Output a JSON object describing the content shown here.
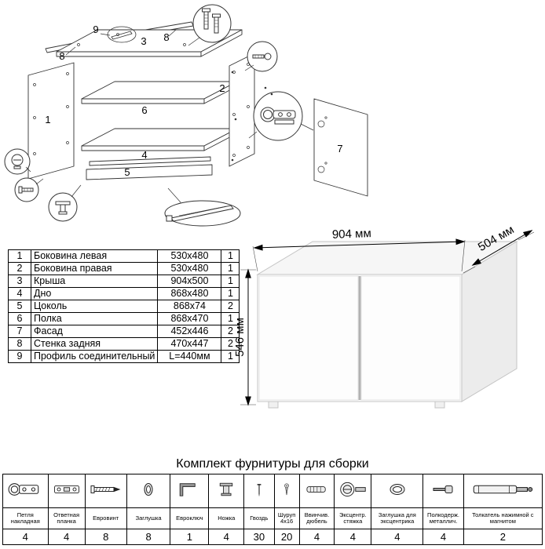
{
  "exploded": {
    "labels": {
      "l1": "1",
      "l2": "2",
      "l3": "3",
      "l4": "4",
      "l5": "5",
      "l6": "6",
      "l7": "7",
      "l8a": "8",
      "l8b": "8",
      "l9": "9"
    }
  },
  "dimensions": {
    "width": "904 мм",
    "depth": "504 мм",
    "height": "546 мм"
  },
  "parts_table": {
    "rows": [
      {
        "num": "1",
        "name": "Боковина левая",
        "size": "530x480",
        "qty": "1"
      },
      {
        "num": "2",
        "name": "Боковина правая",
        "size": "530x480",
        "qty": "1"
      },
      {
        "num": "3",
        "name": "Крыша",
        "size": "904x500",
        "qty": "1"
      },
      {
        "num": "4",
        "name": "Дно",
        "size": "868x480",
        "qty": "1"
      },
      {
        "num": "5",
        "name": "Цоколь",
        "size": "868x74",
        "qty": "2"
      },
      {
        "num": "6",
        "name": "Полка",
        "size": "868x470",
        "qty": "1"
      },
      {
        "num": "7",
        "name": "Фасад",
        "size": "452x446",
        "qty": "2"
      },
      {
        "num": "8",
        "name": "Стенка задняя",
        "size": "470x447",
        "qty": "2"
      },
      {
        "num": "9",
        "name": "Профиль соединительный",
        "size": "L=440мм",
        "qty": "1"
      }
    ]
  },
  "hardware": {
    "title": "Комплект фурнитуры для сборки",
    "items": [
      {
        "label": "Петля накладная",
        "qty": "4",
        "icon": "hinge-icon"
      },
      {
        "label": "Ответная планка",
        "qty": "4",
        "icon": "strike-plate-icon"
      },
      {
        "label": "Евровинт",
        "qty": "8",
        "icon": "confirmat-screw-icon"
      },
      {
        "label": "Заглушка",
        "qty": "8",
        "icon": "cap-icon"
      },
      {
        "label": "Евроключ",
        "qty": "1",
        "icon": "hex-key-icon"
      },
      {
        "label": "Ножка",
        "qty": "4",
        "icon": "foot-icon"
      },
      {
        "label": "Гвоздь",
        "qty": "30",
        "icon": "nail-icon"
      },
      {
        "label": "Шуруп 4x16",
        "qty": "20",
        "icon": "screw-icon"
      },
      {
        "label": "Ввинчив. дюбель",
        "qty": "4",
        "icon": "dowel-icon"
      },
      {
        "label": "Эксцентр. стяжка",
        "qty": "4",
        "icon": "cam-lock-icon"
      },
      {
        "label": "Заглушка для эксцентрика",
        "qty": "4",
        "icon": "cam-cap-icon"
      },
      {
        "label": "Полкодерж. металлич.",
        "qty": "4",
        "icon": "shelf-support-icon"
      },
      {
        "label": "Толкатель нажимной с магнитом",
        "qty": "2",
        "icon": "push-latch-icon"
      }
    ]
  }
}
